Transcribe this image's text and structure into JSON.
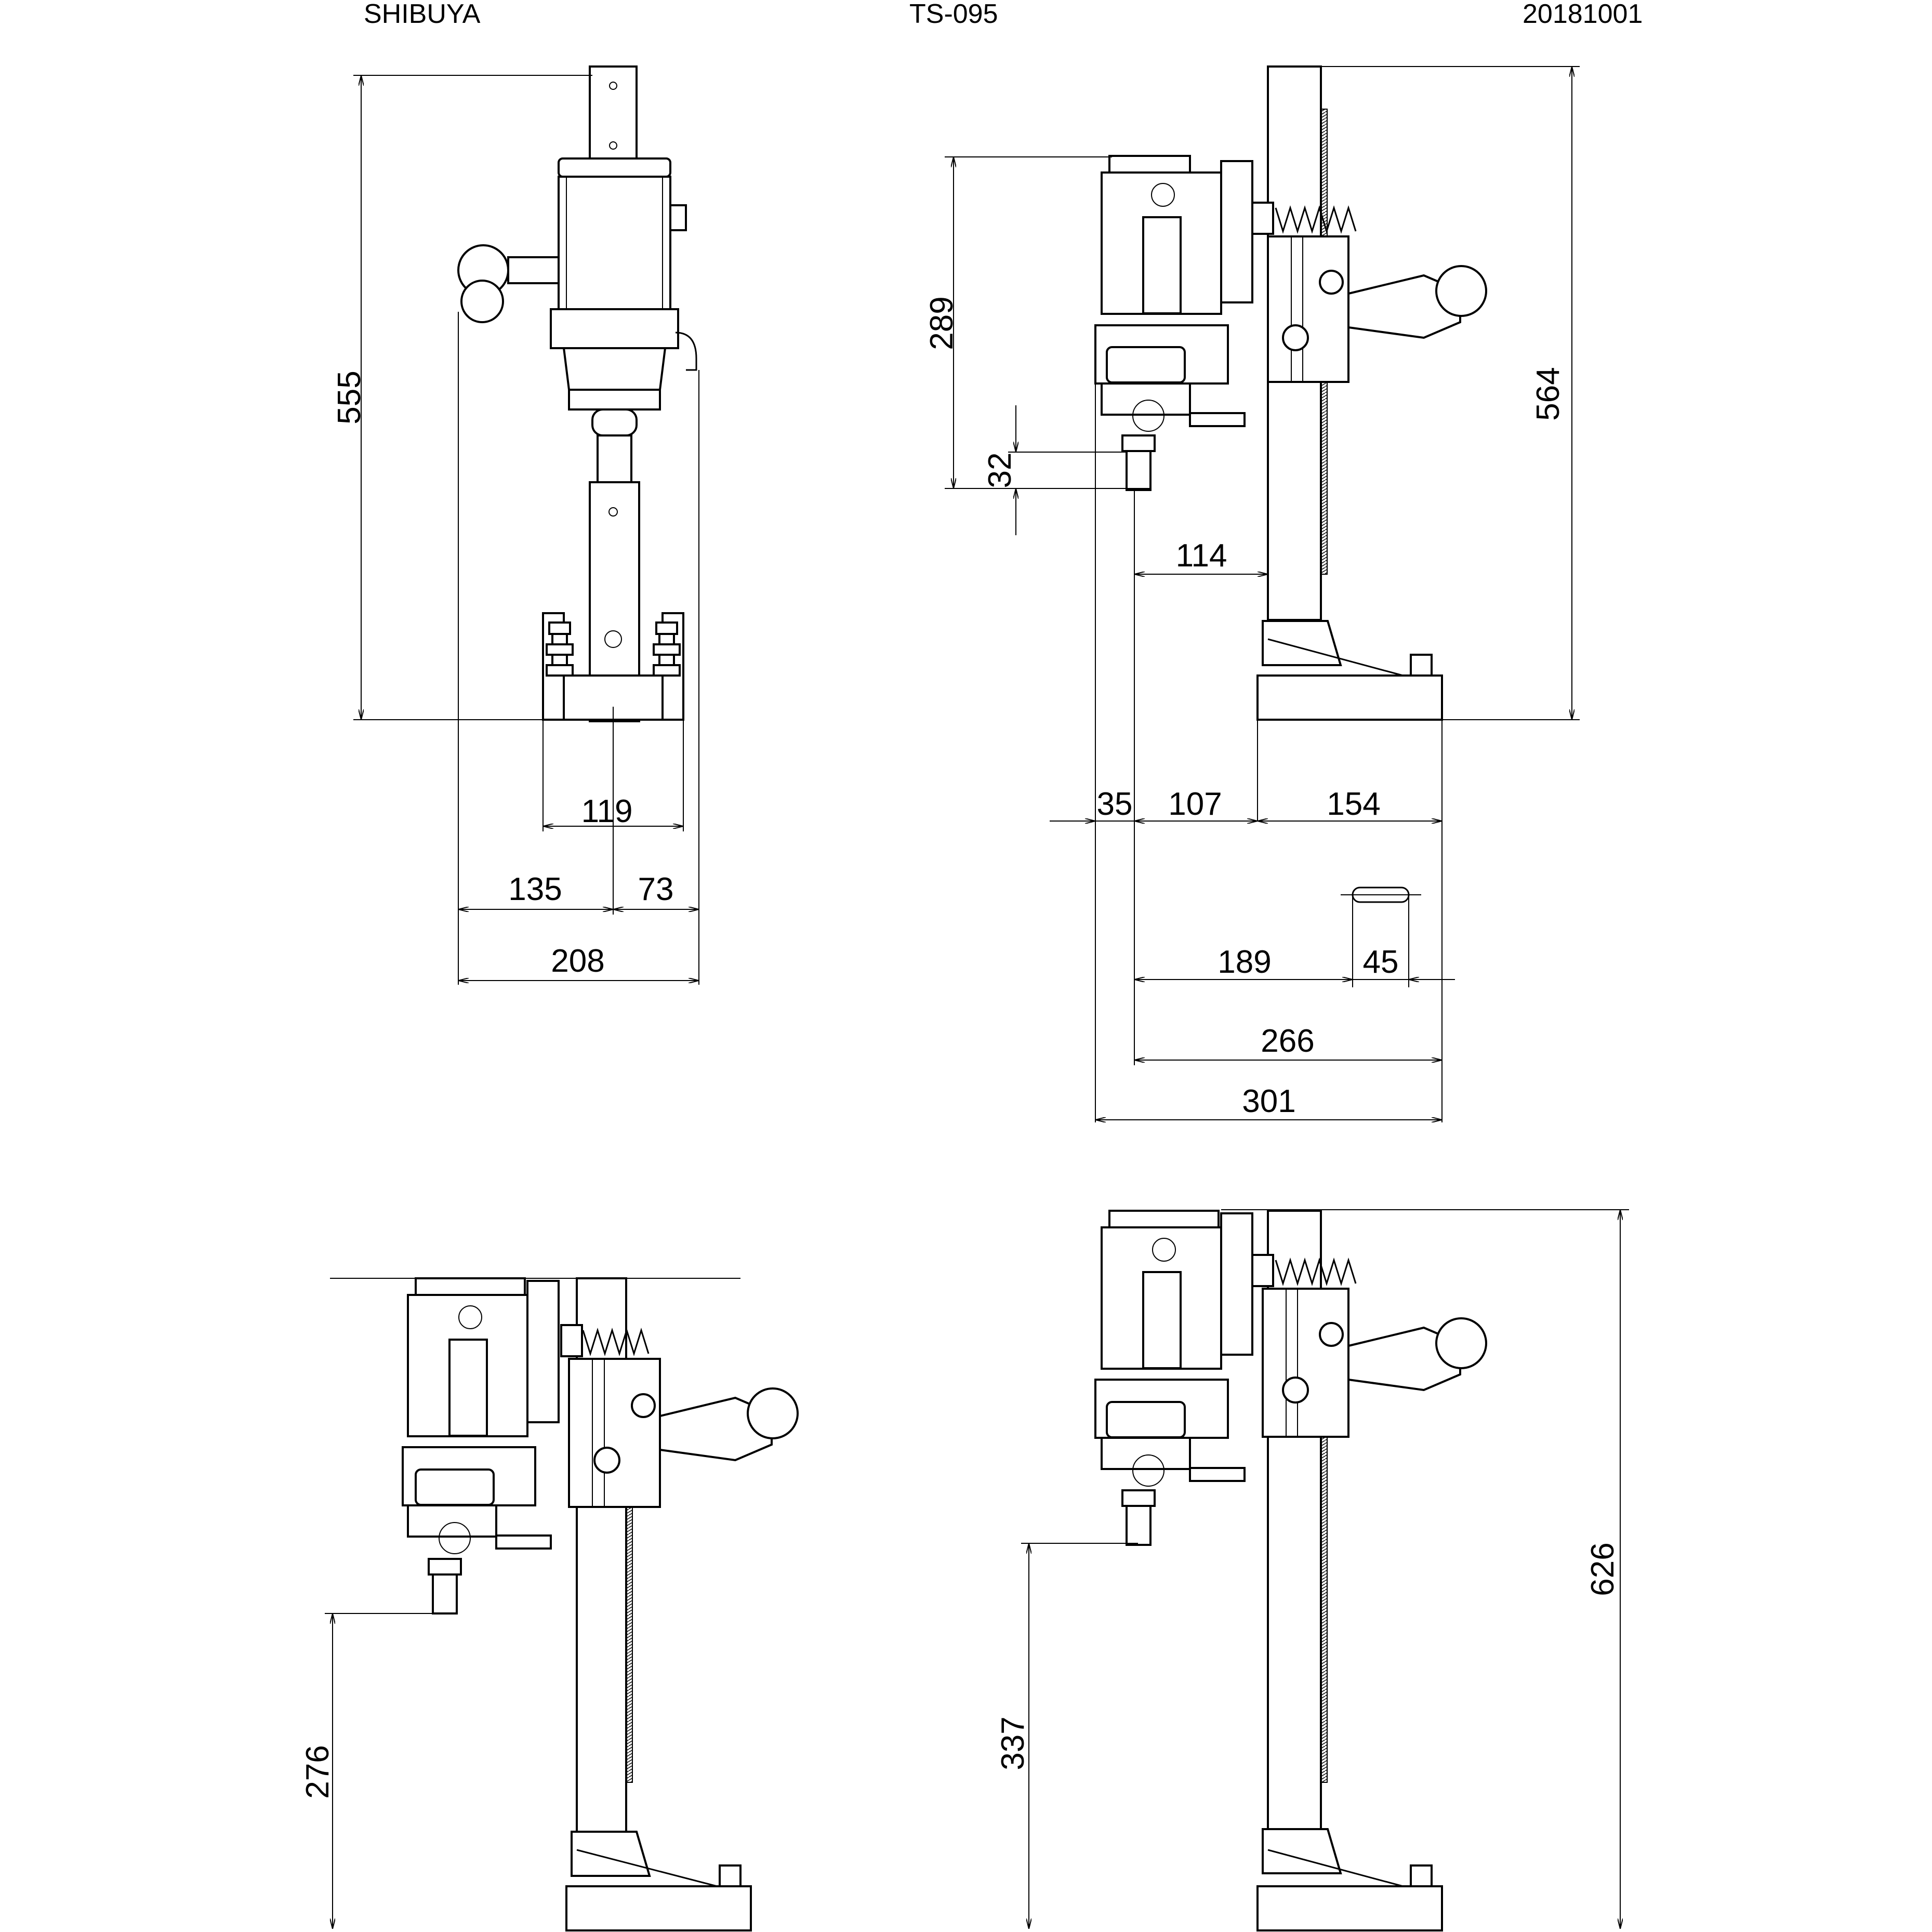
{
  "header": {
    "maker": "SHIBUYA",
    "model": "TS-095",
    "date": "20181001"
  },
  "front_view": {
    "overall_height": "555",
    "base_width": "119",
    "left_offset": "135",
    "right_offset": "73",
    "overall_width": "208"
  },
  "side_view": {
    "head_height": "289",
    "spindle_length": "32",
    "spindle_to_column": "114",
    "overall_height": "564",
    "dim_35": "35",
    "dim_107": "107",
    "dim_154": "154",
    "slot_offset": "189",
    "slot_length": "45",
    "base_depth": "266",
    "overall_depth": "301"
  },
  "lowered_view": {
    "min_spindle_height": "276"
  },
  "raised_view": {
    "max_spindle_height": "337",
    "overall_height": "626"
  },
  "icons": {
    "arrow": "arrowhead-icon",
    "handle": "feed-handle-icon",
    "spring": "coil-spring-icon"
  }
}
